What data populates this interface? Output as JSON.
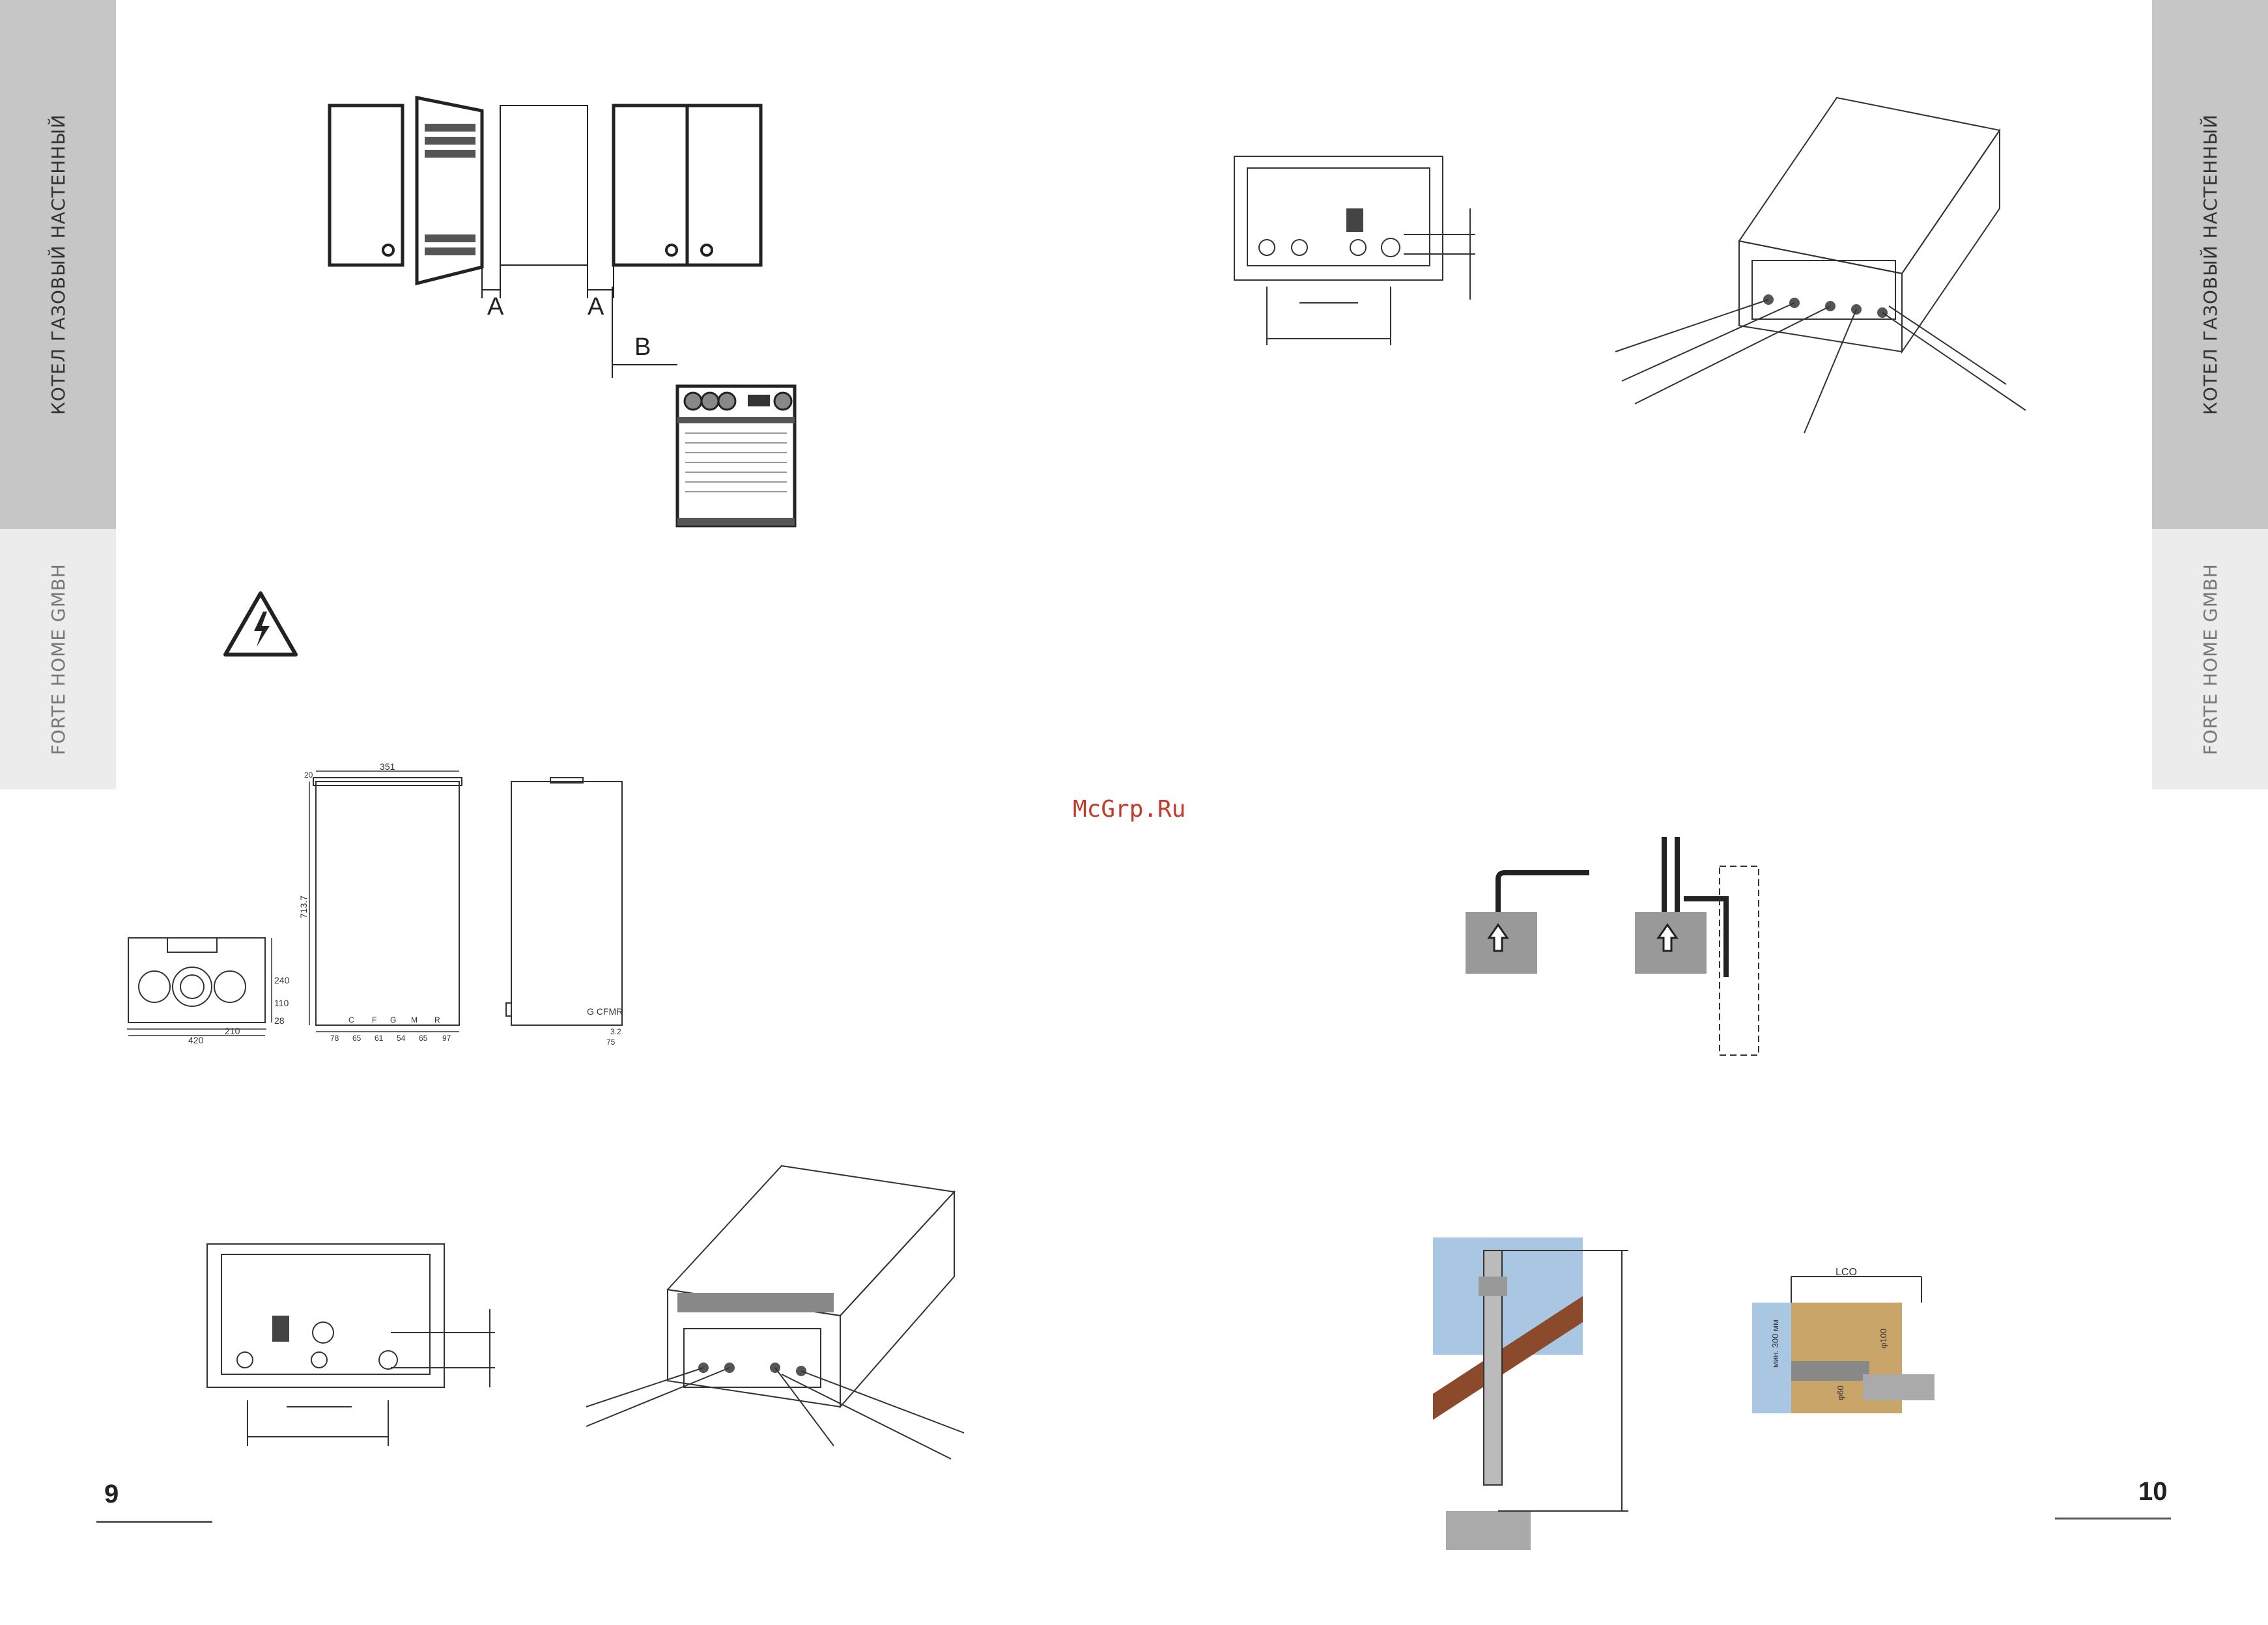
{
  "sidebar": {
    "title": "КОТЕЛ ГАЗОВЫЙ НАСТЕННЫЙ",
    "brand": "FORTE HOME GMBH"
  },
  "pages": {
    "left": "9",
    "right": "10"
  },
  "watermark": "McGrp.Ru",
  "clearance_labels": {
    "a_left": "A",
    "a_right": "A",
    "b": "B"
  },
  "dimensions": {
    "width_top": "351",
    "height": "713.7",
    "width_bottom": "420",
    "base_width": "210",
    "depth": "240",
    "height_small": "110",
    "offset_small": "20",
    "bottom_gap": "28",
    "spacing": [
      "78",
      "65",
      "61",
      "54",
      "65",
      "97"
    ],
    "connection_letters": [
      "C",
      "F",
      "G",
      "M",
      "R"
    ],
    "side_label": "G CFMR",
    "side_dim_1": "3.2",
    "side_dim_2": "75"
  },
  "flue": {
    "lco_label": "LCO",
    "min_label": "мин. 300 мм",
    "d100": "φ100",
    "d60": "φ60"
  }
}
